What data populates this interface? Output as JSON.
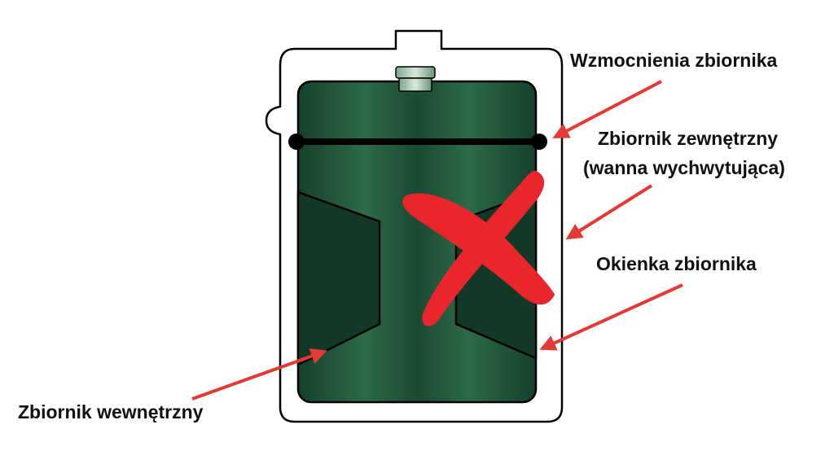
{
  "labels": {
    "reinforcement": "Wzmocnienia zbiornika",
    "outer_tank_line1": "Zbiornik zewnętrzny",
    "outer_tank_line2": "(wanna wychwytująca)",
    "tank_windows": "Okienka zbiornika",
    "inner_tank": "Zbiornik wewnętrzny"
  },
  "icons": {
    "cross_mark": "x-mark-icon"
  },
  "colors": {
    "tank_green_dark": "#123828",
    "tank_green_light": "#2e6e4c",
    "arrow_red": "#e53935",
    "cross_red": "#e8262b",
    "outline": "#000000",
    "text": "#111111"
  }
}
